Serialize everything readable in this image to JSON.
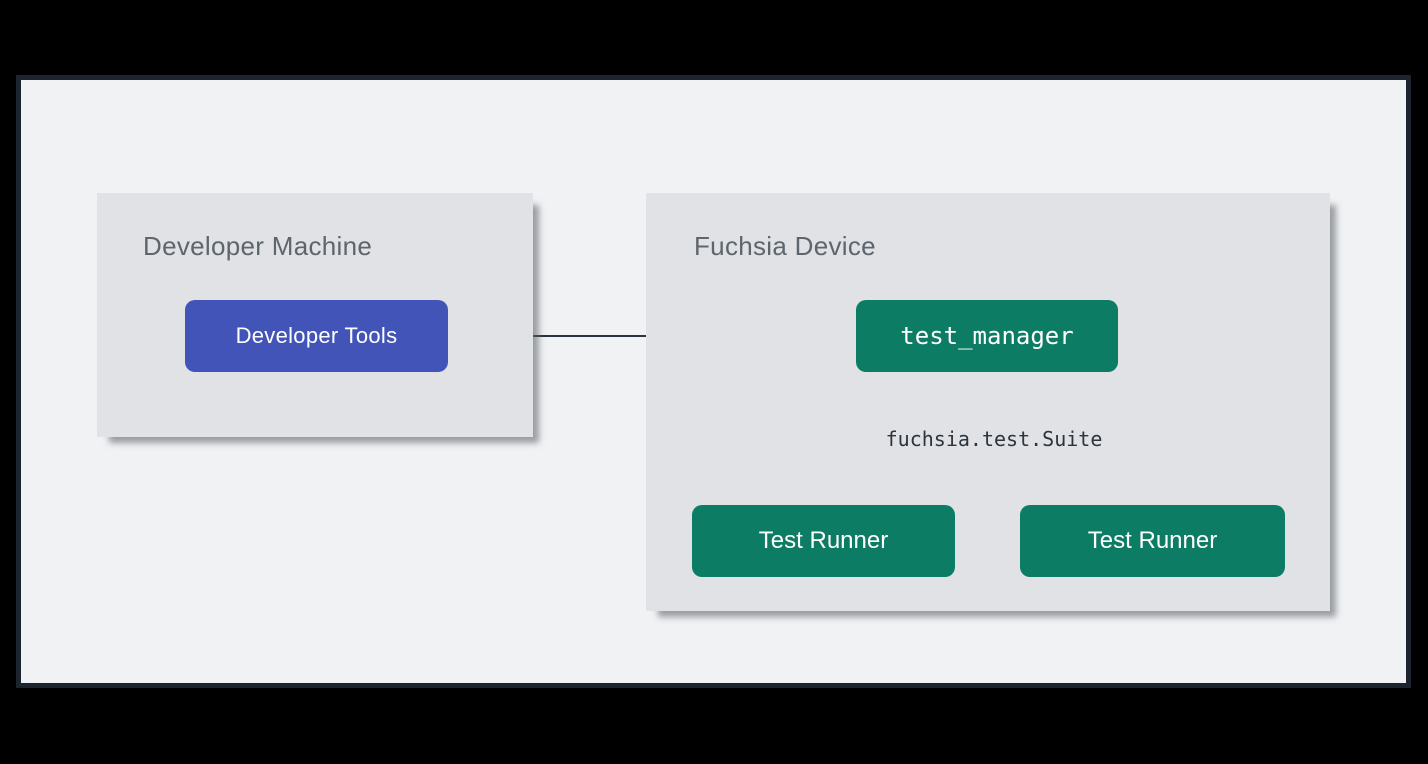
{
  "colors": {
    "canvas-bg": "#f1f2f4",
    "canvas-border": "#1c252e",
    "panel-bg": "#e0e2e5",
    "panel-title": "#5d666d",
    "accent-blue": "#4354b9",
    "accent-teal": "#0d7c64",
    "line": "#2a333c",
    "text-on-accent": "#ffffff",
    "code-text": "#2c353d"
  },
  "diagram": {
    "developer_machine": {
      "title": "Developer Machine",
      "developer_tools_label": "Developer Tools"
    },
    "fuchsia_device": {
      "title": "Fuchsia Device",
      "test_manager_label": "test_manager",
      "suite_protocol_label": "fuchsia.test.Suite",
      "test_runner_left_label": "Test Runner",
      "test_runner_right_label": "Test Runner"
    }
  }
}
